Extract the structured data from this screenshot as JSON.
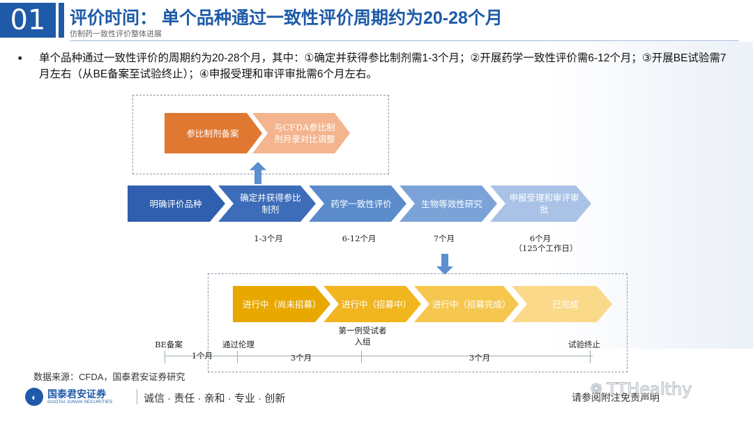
{
  "header": {
    "number": "01",
    "title": "评价时间：  单个品种通过一致性评价周期约为20-28个月",
    "subtitle": "仿制药一致性评价整体进展"
  },
  "intro": "单个品种通过一致性评价的周期约为20-28个月，其中：①确定并获得参比制剂需1-3个月；②开展药学一致性评价需6-12个月；③开展BE试验需7  月左右（从BE备案至试验终止）；④申报受理和审评审批需6个月左右。",
  "top_flow": [
    {
      "label": "参比制剂备案",
      "color": "#e07832"
    },
    {
      "label": "与CFDA参比制剂月录对比调整",
      "color": "#f3b48e"
    }
  ],
  "main_flow": [
    {
      "label": "明确评价品种",
      "color": "#2f5fae"
    },
    {
      "label": "确定并获得参比制剂",
      "color": "#3d6db9"
    },
    {
      "label": "药学一致性评价",
      "color": "#5b8bcb"
    },
    {
      "label": "生物等效性研究",
      "color": "#7ba3d8"
    },
    {
      "label": "申报受理和审评审批",
      "color": "#a9c2e6"
    }
  ],
  "durations": [
    "1-3个月",
    "6-12个月",
    "7个月",
    "6个月",
    "（125个工作日）"
  ],
  "be_flow": [
    {
      "label": "进行中（尚未招募）",
      "color": "#e8a800"
    },
    {
      "label": "进行中（招募中）",
      "color": "#f1b520"
    },
    {
      "label": "进行中（招募完成）",
      "color": "#f6c74e"
    },
    {
      "label": "已完成",
      "color": "#fad98a"
    }
  ],
  "timeline": {
    "milestones": [
      "BE备案",
      "通过伦理",
      "第一例受试者入组",
      "试验终止"
    ],
    "intervals": [
      "1个月",
      "3个月",
      "3个月"
    ]
  },
  "source": "数据来源：CFDA，国泰君安证券研究",
  "footer": {
    "logo_cn": "国泰君安证券",
    "logo_en": "GUOTAI JUNAN SECURITIES",
    "slogan": "诚信 · 责任 · 亲和 · 专业 · 创新",
    "disclaimer": "请参阅附注免责声明",
    "watermark": "TTHealthy"
  },
  "colors": {
    "brand": "#1e5aa8",
    "arrow": "#5b8fd0"
  },
  "icons": {
    "up_arrow": "up-arrow-icon",
    "down_arrow": "down-arrow-icon",
    "logo": "company-logo-icon",
    "watermark": "wechat-icon"
  }
}
